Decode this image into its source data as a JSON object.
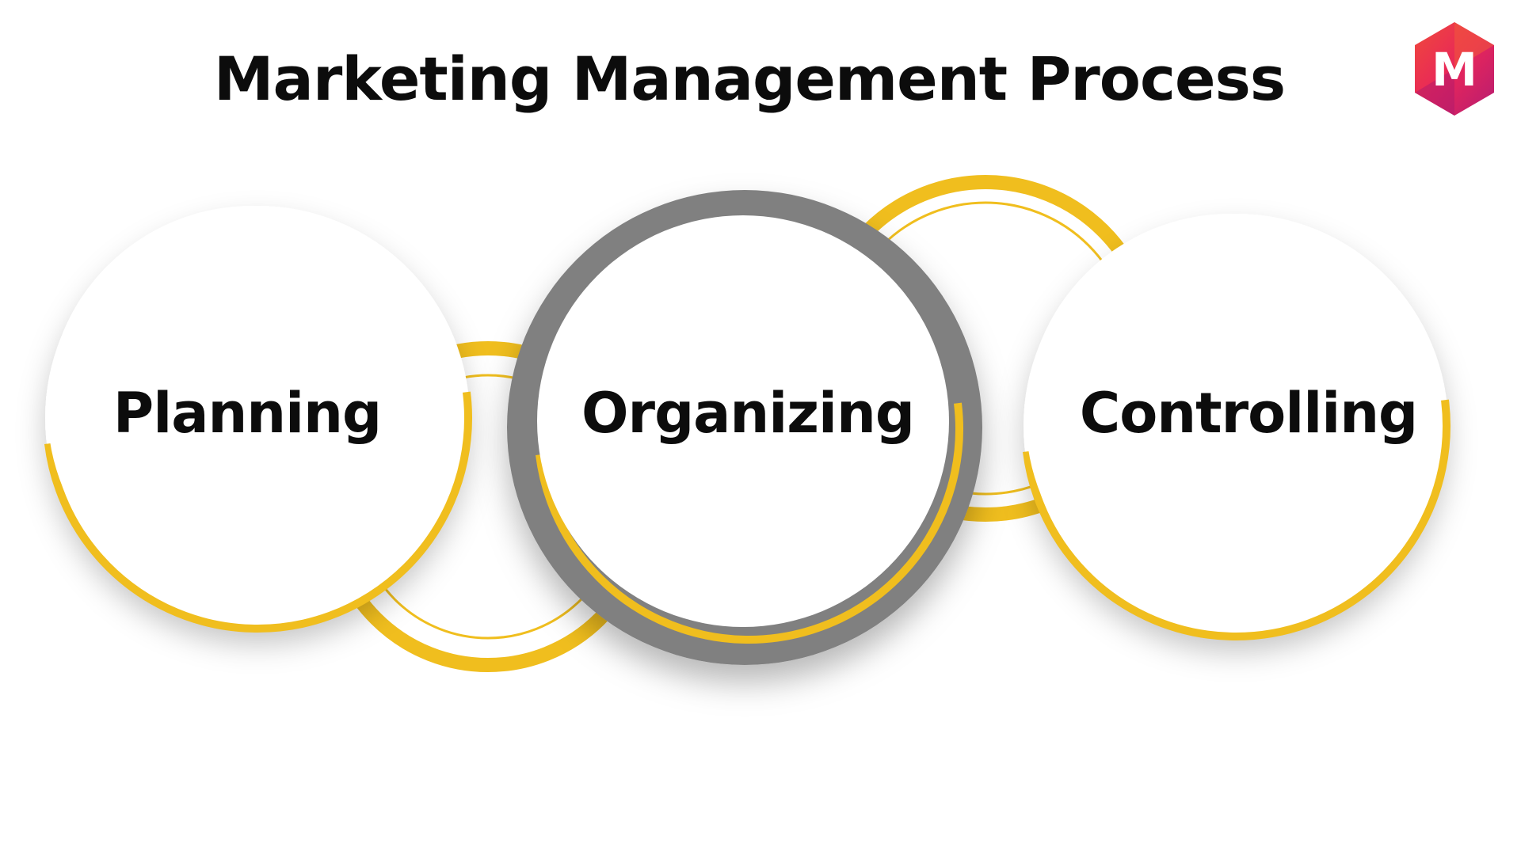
{
  "title": "Marketing Management Process",
  "logo": {
    "icon": "hexagon-m-logo",
    "letter": "M",
    "colors": [
      "#e8265a",
      "#c21e6e",
      "#f04a3a"
    ]
  },
  "steps": [
    {
      "label": "Planning"
    },
    {
      "label": "Organizing"
    },
    {
      "label": "Controlling"
    }
  ],
  "colors": {
    "accent": "#f0be1e",
    "ring": "#808080",
    "text": "#0c0c0c",
    "background": "#ffffff"
  }
}
